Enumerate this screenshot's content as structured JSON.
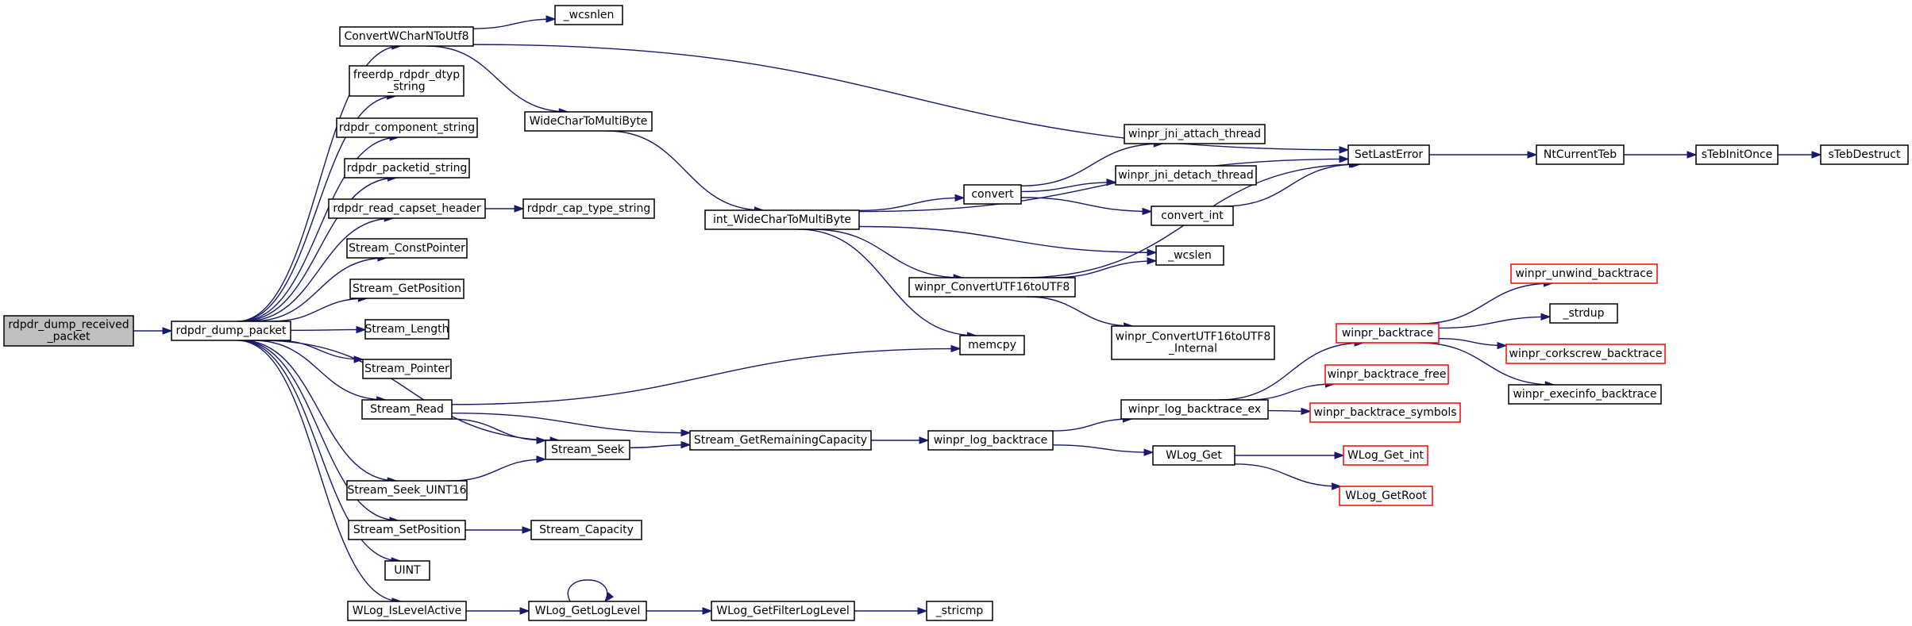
{
  "nodes": [
    {
      "id": "rdpdr_dump_received_packet",
      "lines": [
        "rdpdr_dump_received",
        "_packet"
      ],
      "style": "root"
    },
    {
      "id": "rdpdr_dump_packet",
      "lines": [
        "rdpdr_dump_packet"
      ],
      "style": "normal"
    },
    {
      "id": "ConvertWCharNToUtf8",
      "lines": [
        "ConvertWCharNToUtf8"
      ],
      "style": "normal"
    },
    {
      "id": "_wcsnlen",
      "lines": [
        "_wcsnlen"
      ],
      "style": "normal"
    },
    {
      "id": "freerdp_rdpdr_dtyp_string",
      "lines": [
        "freerdp_rdpdr_dtyp",
        "_string"
      ],
      "style": "normal"
    },
    {
      "id": "rdpdr_component_string",
      "lines": [
        "rdpdr_component_string"
      ],
      "style": "normal"
    },
    {
      "id": "rdpdr_packetid_string",
      "lines": [
        "rdpdr_packetid_string"
      ],
      "style": "normal"
    },
    {
      "id": "rdpdr_read_capset_header",
      "lines": [
        "rdpdr_read_capset_header"
      ],
      "style": "normal"
    },
    {
      "id": "rdpdr_cap_type_string",
      "lines": [
        "rdpdr_cap_type_string"
      ],
      "style": "normal"
    },
    {
      "id": "Stream_ConstPointer",
      "lines": [
        "Stream_ConstPointer"
      ],
      "style": "normal"
    },
    {
      "id": "Stream_GetPosition",
      "lines": [
        "Stream_GetPosition"
      ],
      "style": "normal"
    },
    {
      "id": "Stream_Length",
      "lines": [
        "Stream_Length"
      ],
      "style": "normal"
    },
    {
      "id": "Stream_Pointer",
      "lines": [
        "Stream_Pointer"
      ],
      "style": "normal"
    },
    {
      "id": "Stream_Read",
      "lines": [
        "Stream_Read"
      ],
      "style": "normal"
    },
    {
      "id": "Stream_Seek",
      "lines": [
        "Stream_Seek"
      ],
      "style": "normal"
    },
    {
      "id": "Stream_Seek_UINT16",
      "lines": [
        "Stream_Seek_UINT16"
      ],
      "style": "normal"
    },
    {
      "id": "Stream_SetPosition",
      "lines": [
        "Stream_SetPosition"
      ],
      "style": "normal"
    },
    {
      "id": "Stream_Capacity",
      "lines": [
        "Stream_Capacity"
      ],
      "style": "normal"
    },
    {
      "id": "UINT",
      "lines": [
        "UINT"
      ],
      "style": "normal"
    },
    {
      "id": "WLog_IsLevelActive",
      "lines": [
        "WLog_IsLevelActive"
      ],
      "style": "normal"
    },
    {
      "id": "WLog_GetLogLevel",
      "lines": [
        "WLog_GetLogLevel"
      ],
      "style": "normal"
    },
    {
      "id": "WLog_GetFilterLogLevel",
      "lines": [
        "WLog_GetFilterLogLevel"
      ],
      "style": "normal"
    },
    {
      "id": "_stricmp",
      "lines": [
        "_stricmp"
      ],
      "style": "normal"
    },
    {
      "id": "WideCharToMultiByte",
      "lines": [
        "WideCharToMultiByte"
      ],
      "style": "normal"
    },
    {
      "id": "int_WideCharToMultiByte",
      "lines": [
        "int_WideCharToMultiByte"
      ],
      "style": "normal"
    },
    {
      "id": "memcpy",
      "lines": [
        "memcpy"
      ],
      "style": "normal"
    },
    {
      "id": "convert",
      "lines": [
        "convert"
      ],
      "style": "normal"
    },
    {
      "id": "winpr_jni_attach_thread",
      "lines": [
        "winpr_jni_attach_thread"
      ],
      "style": "normal"
    },
    {
      "id": "winpr_jni_detach_thread",
      "lines": [
        "winpr_jni_detach_thread"
      ],
      "style": "normal"
    },
    {
      "id": "convert_int",
      "lines": [
        "convert_int"
      ],
      "style": "normal"
    },
    {
      "id": "_wcslen",
      "lines": [
        "_wcslen"
      ],
      "style": "normal"
    },
    {
      "id": "winpr_ConvertUTF16toUTF8",
      "lines": [
        "winpr_ConvertUTF16toUTF8"
      ],
      "style": "normal"
    },
    {
      "id": "winpr_ConvertUTF16toUTF8_Internal",
      "lines": [
        "winpr_ConvertUTF16toUTF8",
        "_Internal"
      ],
      "style": "normal"
    },
    {
      "id": "SetLastError",
      "lines": [
        "SetLastError"
      ],
      "style": "normal"
    },
    {
      "id": "NtCurrentTeb",
      "lines": [
        "NtCurrentTeb"
      ],
      "style": "normal"
    },
    {
      "id": "sTebInitOnce",
      "lines": [
        "sTebInitOnce"
      ],
      "style": "normal"
    },
    {
      "id": "sTebDestruct",
      "lines": [
        "sTebDestruct"
      ],
      "style": "normal"
    },
    {
      "id": "Stream_GetRemainingCapacity",
      "lines": [
        "Stream_GetRemainingCapacity"
      ],
      "style": "normal"
    },
    {
      "id": "winpr_log_backtrace",
      "lines": [
        "winpr_log_backtrace"
      ],
      "style": "normal"
    },
    {
      "id": "winpr_log_backtrace_ex",
      "lines": [
        "winpr_log_backtrace_ex"
      ],
      "style": "normal"
    },
    {
      "id": "WLog_Get",
      "lines": [
        "WLog_Get"
      ],
      "style": "normal"
    },
    {
      "id": "winpr_backtrace",
      "lines": [
        "winpr_backtrace"
      ],
      "style": "red"
    },
    {
      "id": "winpr_backtrace_free",
      "lines": [
        "winpr_backtrace_free"
      ],
      "style": "red"
    },
    {
      "id": "winpr_backtrace_symbols",
      "lines": [
        "winpr_backtrace_symbols"
      ],
      "style": "red"
    },
    {
      "id": "WLog_Get_int",
      "lines": [
        "WLog_Get_int"
      ],
      "style": "red"
    },
    {
      "id": "WLog_GetRoot",
      "lines": [
        "WLog_GetRoot"
      ],
      "style": "red"
    },
    {
      "id": "winpr_unwind_backtrace",
      "lines": [
        "winpr_unwind_backtrace"
      ],
      "style": "red"
    },
    {
      "id": "_strdup",
      "lines": [
        "_strdup"
      ],
      "style": "normal"
    },
    {
      "id": "winpr_corkscrew_backtrace",
      "lines": [
        "winpr_corkscrew_backtrace"
      ],
      "style": "red"
    },
    {
      "id": "winpr_execinfo_backtrace",
      "lines": [
        "winpr_execinfo_backtrace"
      ],
      "style": "normal"
    }
  ],
  "edges": [
    [
      "rdpdr_dump_received_packet",
      "rdpdr_dump_packet"
    ],
    [
      "rdpdr_dump_packet",
      "ConvertWCharNToUtf8"
    ],
    [
      "rdpdr_dump_packet",
      "freerdp_rdpdr_dtyp_string"
    ],
    [
      "rdpdr_dump_packet",
      "rdpdr_component_string"
    ],
    [
      "rdpdr_dump_packet",
      "rdpdr_packetid_string"
    ],
    [
      "rdpdr_dump_packet",
      "rdpdr_read_capset_header"
    ],
    [
      "rdpdr_dump_packet",
      "Stream_ConstPointer"
    ],
    [
      "rdpdr_dump_packet",
      "Stream_GetPosition"
    ],
    [
      "rdpdr_dump_packet",
      "Stream_Length"
    ],
    [
      "rdpdr_dump_packet",
      "Stream_Pointer"
    ],
    [
      "rdpdr_dump_packet",
      "Stream_Read"
    ],
    [
      "rdpdr_dump_packet",
      "Stream_Seek"
    ],
    [
      "rdpdr_dump_packet",
      "Stream_Seek_UINT16"
    ],
    [
      "rdpdr_dump_packet",
      "Stream_SetPosition"
    ],
    [
      "rdpdr_dump_packet",
      "UINT"
    ],
    [
      "rdpdr_dump_packet",
      "WLog_IsLevelActive"
    ],
    [
      "ConvertWCharNToUtf8",
      "_wcsnlen"
    ],
    [
      "ConvertWCharNToUtf8",
      "SetLastError"
    ],
    [
      "ConvertWCharNToUtf8",
      "WideCharToMultiByte"
    ],
    [
      "rdpdr_read_capset_header",
      "rdpdr_cap_type_string"
    ],
    [
      "Stream_Read",
      "memcpy"
    ],
    [
      "Stream_Read",
      "Stream_GetRemainingCapacity"
    ],
    [
      "Stream_Read",
      "Stream_Seek"
    ],
    [
      "Stream_Seek",
      "Stream_GetRemainingCapacity"
    ],
    [
      "Stream_Seek_UINT16",
      "Stream_Seek"
    ],
    [
      "Stream_SetPosition",
      "Stream_Capacity"
    ],
    [
      "WLog_IsLevelActive",
      "WLog_GetLogLevel"
    ],
    [
      "WLog_GetLogLevel",
      "WLog_GetLogLevel"
    ],
    [
      "WLog_GetLogLevel",
      "WLog_GetFilterLogLevel"
    ],
    [
      "WLog_GetFilterLogLevel",
      "_stricmp"
    ],
    [
      "WideCharToMultiByte",
      "int_WideCharToMultiByte"
    ],
    [
      "int_WideCharToMultiByte",
      "SetLastError"
    ],
    [
      "int_WideCharToMultiByte",
      "convert"
    ],
    [
      "int_WideCharToMultiByte",
      "_wcslen"
    ],
    [
      "int_WideCharToMultiByte",
      "winpr_ConvertUTF16toUTF8"
    ],
    [
      "int_WideCharToMultiByte",
      "memcpy"
    ],
    [
      "convert",
      "winpr_jni_attach_thread"
    ],
    [
      "convert",
      "winpr_jni_detach_thread"
    ],
    [
      "convert",
      "convert_int"
    ],
    [
      "convert_int",
      "SetLastError"
    ],
    [
      "winpr_ConvertUTF16toUTF8",
      "_wcslen"
    ],
    [
      "winpr_ConvertUTF16toUTF8",
      "SetLastError"
    ],
    [
      "winpr_ConvertUTF16toUTF8",
      "winpr_ConvertUTF16toUTF8_Internal"
    ],
    [
      "SetLastError",
      "NtCurrentTeb"
    ],
    [
      "NtCurrentTeb",
      "sTebInitOnce"
    ],
    [
      "sTebInitOnce",
      "sTebDestruct"
    ],
    [
      "Stream_GetRemainingCapacity",
      "winpr_log_backtrace"
    ],
    [
      "winpr_log_backtrace",
      "winpr_log_backtrace_ex"
    ],
    [
      "winpr_log_backtrace",
      "WLog_Get"
    ],
    [
      "winpr_log_backtrace_ex",
      "winpr_backtrace"
    ],
    [
      "winpr_log_backtrace_ex",
      "winpr_backtrace_free"
    ],
    [
      "winpr_log_backtrace_ex",
      "winpr_backtrace_symbols"
    ],
    [
      "WLog_Get",
      "WLog_Get_int"
    ],
    [
      "WLog_Get",
      "WLog_GetRoot"
    ],
    [
      "winpr_backtrace",
      "winpr_unwind_backtrace"
    ],
    [
      "winpr_backtrace",
      "_strdup"
    ],
    [
      "winpr_backtrace",
      "winpr_corkscrew_backtrace"
    ],
    [
      "winpr_backtrace",
      "winpr_execinfo_backtrace"
    ]
  ],
  "colors": {
    "edge": "#191970",
    "root_fill": "#bfbfbf",
    "red_border": "#ff0000",
    "node_border": "#000000"
  }
}
